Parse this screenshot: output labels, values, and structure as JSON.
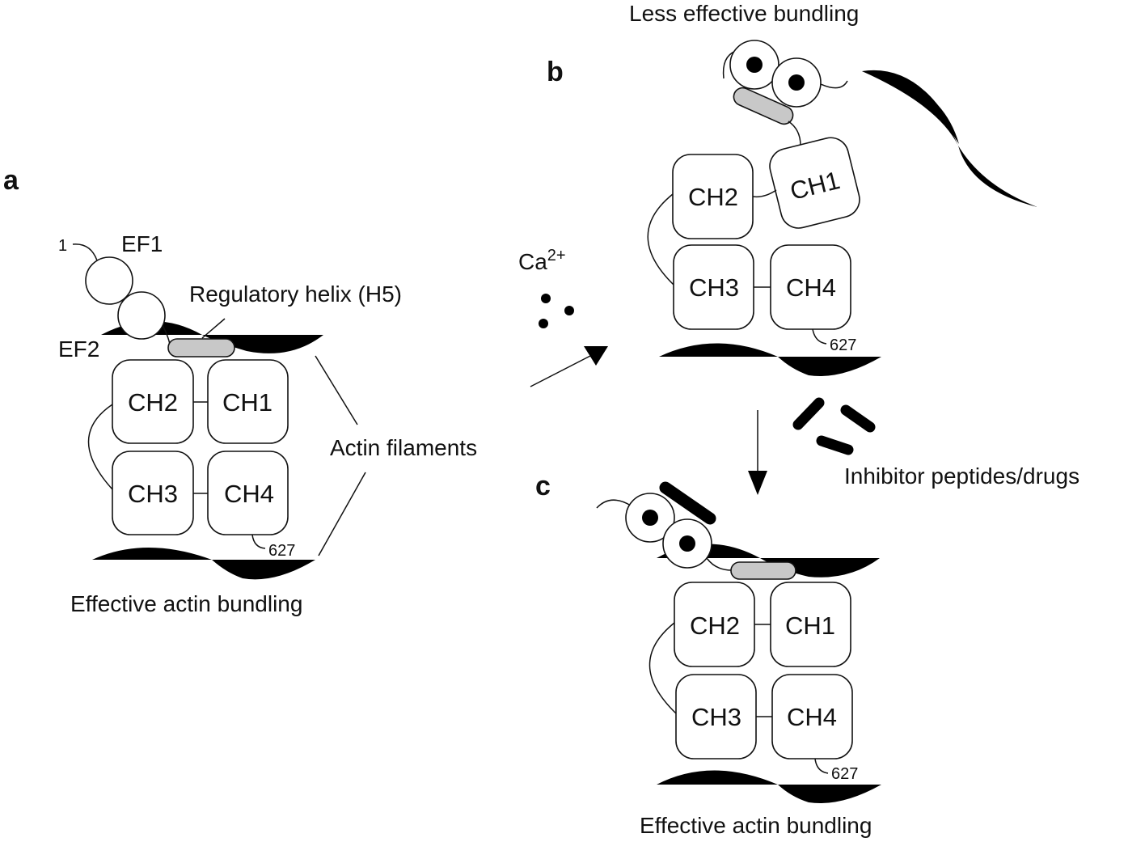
{
  "panels": {
    "a": "a",
    "b": "b",
    "c": "c"
  },
  "domains": {
    "ch1": "CH1",
    "ch2": "CH2",
    "ch3": "CH3",
    "ch4": "CH4"
  },
  "labels": {
    "ef1": "EF1",
    "ef2": "EF2",
    "n_terminus": "1",
    "c_terminus": "627",
    "regulatory_helix": "Regulatory helix (H5)",
    "actin_filaments": "Actin filaments",
    "calcium": "Ca",
    "calcium_charge": "2+",
    "inhibitor": "Inhibitor peptides/drugs"
  },
  "captions": {
    "a": "Effective actin bundling",
    "b": "Less effective bundling",
    "c": "Effective actin bundling"
  },
  "colors": {
    "filament": "#000000",
    "helix": "#c8c8c8",
    "line": "#111111"
  }
}
